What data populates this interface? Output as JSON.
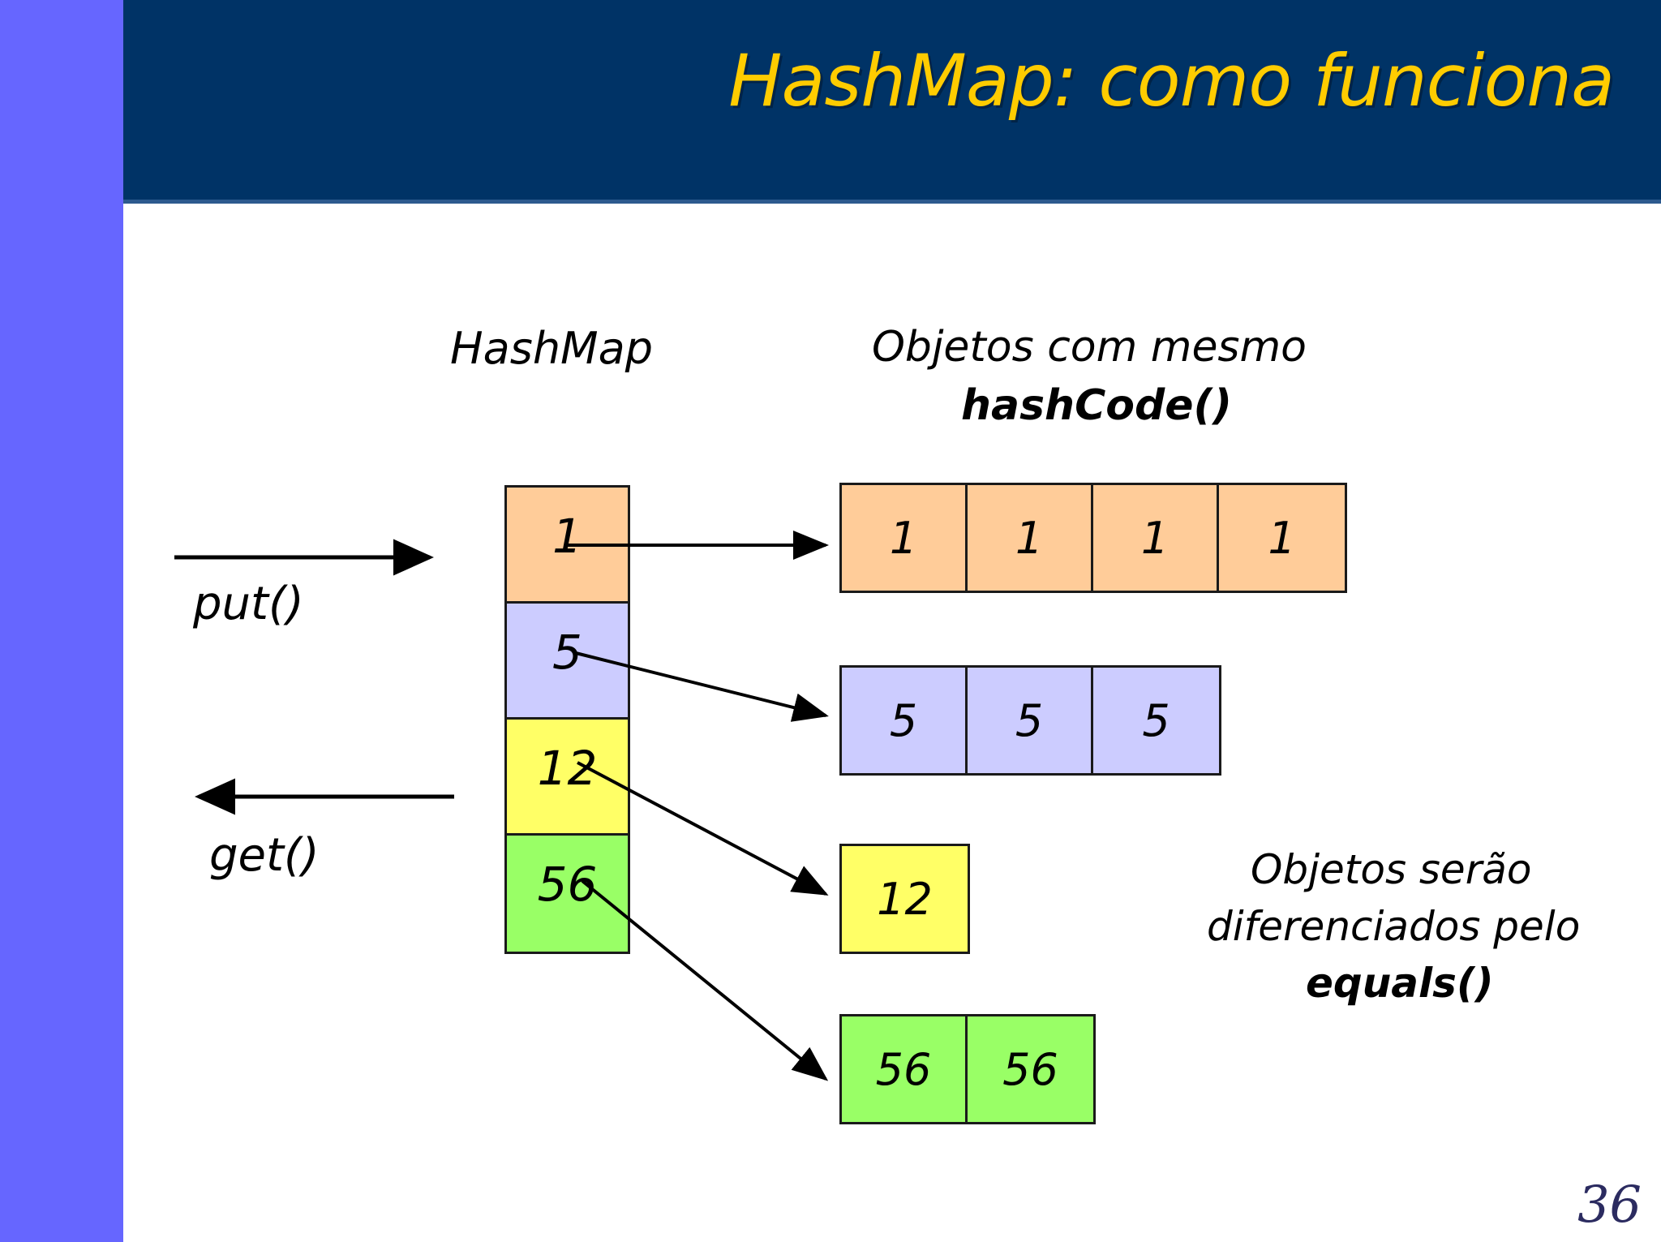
{
  "slide": {
    "title": "HashMap: como funciona",
    "page_number": "36",
    "colors": {
      "header_band": "#003366",
      "title_text": "#ffcc00",
      "sidebar": "#6666ff",
      "background": "#ffffff",
      "page_number_text": "#2b2b60",
      "outline": "#1a1a1a",
      "bucket_1": "#ffcc99",
      "bucket_5": "#ccccff",
      "bucket_12": "#ffff66",
      "bucket_56": "#99ff66"
    }
  },
  "labels": {
    "hashmap": "HashMap",
    "objects_heading_line1": "Objetos com mesmo",
    "objects_heading_line2": "hashCode()",
    "note_line1": "Objetos serão",
    "note_line2": "diferenciados pelo",
    "note_line3": "equals()",
    "put": "put()",
    "get": "get()"
  },
  "operations": [
    {
      "name": "put",
      "label": "put()",
      "direction": "right",
      "arrow_icon": "arrow-right-icon"
    },
    {
      "name": "get",
      "label": "get()",
      "direction": "left",
      "arrow_icon": "arrow-left-icon"
    }
  ],
  "diagram": {
    "buckets": [
      {
        "hash": "1",
        "color": "#ffcc99",
        "chain_length": 4
      },
      {
        "hash": "5",
        "color": "#ccccff",
        "chain_length": 3
      },
      {
        "hash": "12",
        "color": "#ffff66",
        "chain_length": 1
      },
      {
        "hash": "56",
        "color": "#99ff66",
        "chain_length": 2
      }
    ],
    "chains": [
      {
        "hash": "1",
        "color": "#ffcc99",
        "nodes": [
          "1",
          "1",
          "1",
          "1"
        ]
      },
      {
        "hash": "5",
        "color": "#ccccff",
        "nodes": [
          "5",
          "5",
          "5"
        ]
      },
      {
        "hash": "12",
        "color": "#ffff66",
        "nodes": [
          "12"
        ]
      },
      {
        "hash": "56",
        "color": "#99ff66",
        "nodes": [
          "56",
          "56"
        ]
      }
    ]
  }
}
